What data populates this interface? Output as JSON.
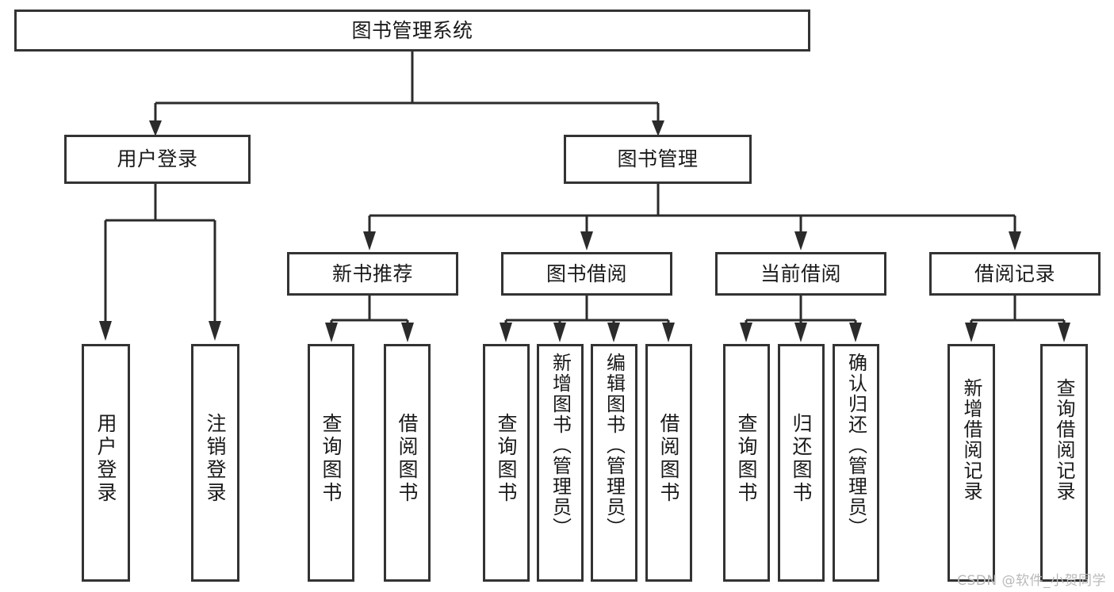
{
  "diagram": {
    "type": "hierarchy-tree",
    "title": "图书管理系统",
    "levels": 4,
    "root": {
      "id": "root",
      "label": "图书管理系统",
      "orientation": "horizontal"
    },
    "level2": [
      {
        "id": "user-login",
        "label": "用户登录",
        "orientation": "horizontal"
      },
      {
        "id": "book-manage",
        "label": "图书管理",
        "orientation": "horizontal"
      }
    ],
    "level3": [
      {
        "id": "new-book-rec",
        "label": "新书推荐",
        "orientation": "horizontal",
        "parent": "book-manage"
      },
      {
        "id": "book-borrow",
        "label": "图书借阅",
        "orientation": "horizontal",
        "parent": "book-manage"
      },
      {
        "id": "current-borrow",
        "label": "当前借阅",
        "orientation": "horizontal",
        "parent": "book-manage"
      },
      {
        "id": "borrow-record",
        "label": "借阅记录",
        "orientation": "horizontal",
        "parent": "book-manage"
      }
    ],
    "leaves": [
      {
        "id": "leaf-user-login",
        "label": "用户登录",
        "parent": "user-login",
        "orientation": "vertical"
      },
      {
        "id": "leaf-logout",
        "label": "注销登录",
        "parent": "user-login",
        "orientation": "vertical"
      },
      {
        "id": "leaf-query-book-1",
        "label": "查询图书",
        "parent": "new-book-rec",
        "orientation": "vertical"
      },
      {
        "id": "leaf-borrow-book-1",
        "label": "借阅图书",
        "parent": "new-book-rec",
        "orientation": "vertical"
      },
      {
        "id": "leaf-query-book-2",
        "label": "查询图书",
        "parent": "book-borrow",
        "orientation": "vertical"
      },
      {
        "id": "leaf-add-book",
        "label": "新增图书（管理员）",
        "parent": "book-borrow",
        "orientation": "vertical"
      },
      {
        "id": "leaf-edit-book",
        "label": "编辑图书（管理员）",
        "parent": "book-borrow",
        "orientation": "vertical"
      },
      {
        "id": "leaf-borrow-book-2",
        "label": "借阅图书",
        "parent": "book-borrow",
        "orientation": "vertical"
      },
      {
        "id": "leaf-query-book-3",
        "label": "查询图书",
        "parent": "current-borrow",
        "orientation": "vertical"
      },
      {
        "id": "leaf-return-book",
        "label": "归还图书",
        "parent": "current-borrow",
        "orientation": "vertical"
      },
      {
        "id": "leaf-confirm-return",
        "label": "确认归还（管理员）",
        "parent": "current-borrow",
        "orientation": "vertical"
      },
      {
        "id": "leaf-add-record",
        "label": "新增借阅记录",
        "parent": "borrow-record",
        "orientation": "vertical"
      },
      {
        "id": "leaf-query-record",
        "label": "查询借阅记录",
        "parent": "borrow-record",
        "orientation": "vertical"
      }
    ],
    "colors": {
      "box_border": "#333333",
      "box_fill": "#ffffff",
      "connector": "#2b2b2b",
      "text": "#1a1a1a",
      "background": "#ffffff",
      "watermark": "#b9b9b9"
    }
  },
  "watermark": {
    "text": "CSDN @软件_小贺同学"
  }
}
